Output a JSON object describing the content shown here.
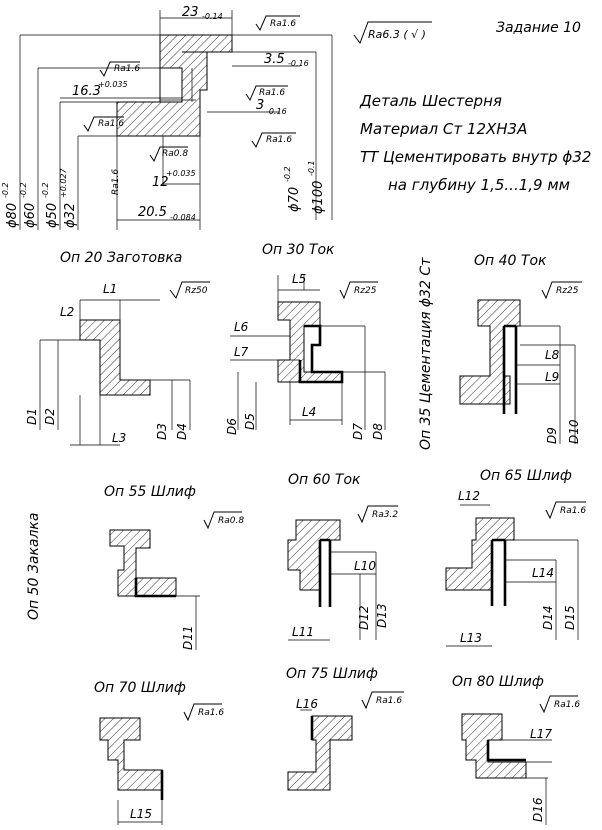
{
  "header": {
    "task": "Задание 10",
    "roughness_default": "Ra6.3 ( √ )"
  },
  "part_notes": {
    "line1": "Деталь Шестерня",
    "line2": "Материал Ст 12ХН3А",
    "line3": "ТТ Цементировать внутр ϕ32",
    "line4": "на глубину 1,5...1,9 мм"
  },
  "main_drawing": {
    "dims": {
      "d23": "23",
      "d23_tol": "-0.14",
      "d35": "3.5",
      "d35_tol": "-0.16",
      "d163": "16.3",
      "d163_tol": "+0.035",
      "d3": "3",
      "d3_tol": "-0.16",
      "d12": "12",
      "d12_tol": "+0.035",
      "d205": "20.5",
      "d205_tol": "-0.084",
      "phi80": "ϕ80",
      "phi80_tol": "-0.2",
      "phi60": "ϕ60",
      "phi60_tol": "-0.2",
      "phi50": "ϕ50",
      "phi50_tol": "-0.2",
      "phi32": "ϕ32",
      "phi32_tol": "+0.027",
      "phi70": "ϕ70",
      "phi70_tol": "-0.2",
      "phi100": "ϕ100",
      "phi100_tol": "-0.1"
    },
    "roughness": {
      "r_top": "Ra1.6",
      "r_left1": "Ra1.6",
      "r_left2": "Ra1.6",
      "r_ra08": "Ra0.8",
      "r_vert": "Ra1.6",
      "r_right1": "Ra1.6",
      "r_right2": "Ra1.6"
    }
  },
  "operations": {
    "op20": {
      "title": "Оп 20 Заготовка",
      "rough": "Rz50",
      "L1": "L1",
      "L2": "L2",
      "L3": "L3",
      "D1": "D1",
      "D2": "D2",
      "D3": "D3",
      "D4": "D4"
    },
    "op30": {
      "title": "Оп 30 Ток",
      "rough": "Rz25",
      "L5": "L5",
      "L6": "L6",
      "L7": "L7",
      "L4": "L4",
      "D6": "D6",
      "D5": "D5",
      "D7": "D7",
      "D8": "D8"
    },
    "op35": {
      "title": "Оп 35 Цементация ϕ32 Ст"
    },
    "op40": {
      "title": "Оп 40 Ток",
      "rough": "Rz25",
      "L8": "L8",
      "L9": "L9",
      "D9": "D9",
      "D10": "D10"
    },
    "op50": {
      "title": "Оп 50 Закалка"
    },
    "op55": {
      "title": "Оп 55 Шлиф",
      "rough": "Ra0.8",
      "D11": "D11"
    },
    "op60": {
      "title": "Оп 60 Ток",
      "rough": "Ra3.2",
      "L10": "L10",
      "L11": "L11",
      "D12": "D12",
      "D13": "D13"
    },
    "op65": {
      "title": "Оп 65 Шлиф",
      "rough": "Ra1.6",
      "L12": "L12",
      "L14": "L14",
      "L13": "L13",
      "D14": "D14",
      "D15": "D15"
    },
    "op70": {
      "title": "Оп 70 Шлиф",
      "rough": "Ra1.6",
      "L15": "L15"
    },
    "op75": {
      "title": "Оп 75 Шлиф",
      "rough": "Ra1.6",
      "L16": "L16"
    },
    "op80": {
      "title": "Оп 80 Шлиф",
      "rough": "Ra1.6",
      "L17": "L17",
      "D16": "D16"
    }
  }
}
